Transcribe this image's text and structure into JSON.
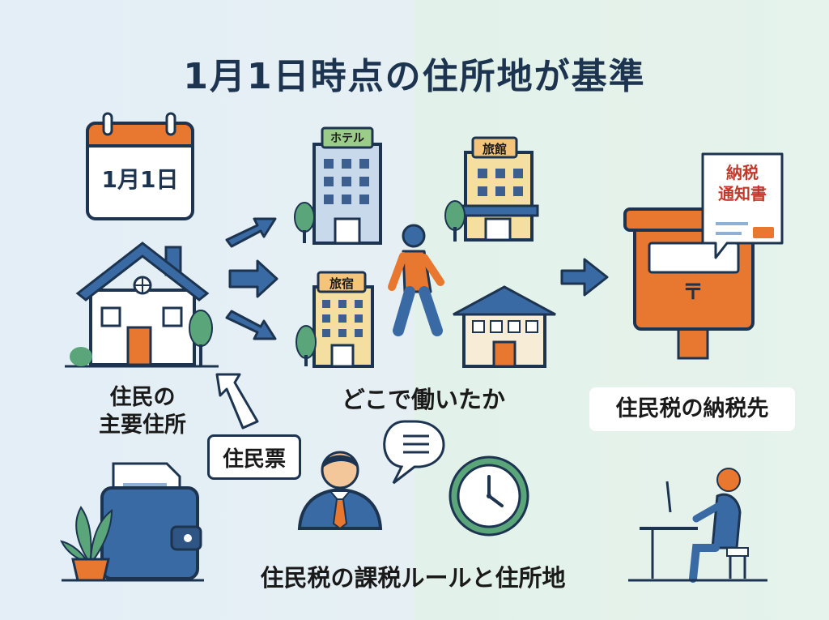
{
  "title": "1月1日時点の住所地が基準",
  "calendar": {
    "date": "1月1日"
  },
  "buildings": {
    "hotel": "ホテル",
    "ryokan": "旅館",
    "ryoshuku": "旅宿"
  },
  "notice": {
    "line1": "納税",
    "line2": "通知書"
  },
  "postbox": {
    "mark": "〒"
  },
  "labels": {
    "residence_line1": "住民の",
    "residence_line2": "主要住所",
    "work": "どこで働いたか",
    "tax_destination": "住民税の納税先",
    "juminhyo": "住民票",
    "bottom": "住民税の課税ルールと住所地"
  },
  "colors": {
    "navy": "#1d3450",
    "orange": "#e8782f",
    "blue": "#3a6aa4",
    "green": "#5aa57a"
  }
}
